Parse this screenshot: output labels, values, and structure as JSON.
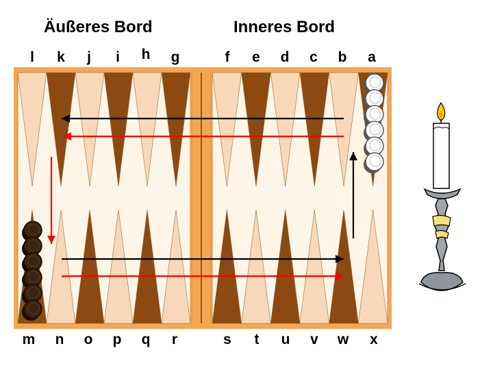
{
  "titles": {
    "outer": "Äußeres Bord",
    "inner": "Inneres Bord"
  },
  "top_labels": [
    "l",
    "k",
    "j",
    "i",
    "h",
    "g",
    "f",
    "e",
    "d",
    "c",
    "b",
    "a"
  ],
  "bottom_labels": [
    "m",
    "n",
    "o",
    "p",
    "q",
    "r",
    "s",
    "t",
    "u",
    "v",
    "w",
    "x"
  ],
  "colors": {
    "board_frame": "#f3a754",
    "board_field": "#fff5e6",
    "light_point": "#f8d8b8",
    "dark_point": "#8a4a12",
    "bar": "#f3a754",
    "white_checker": "#ffffff",
    "black_checker": "#3a2212",
    "arrow_black": "#000000",
    "arrow_red": "#ff0000"
  },
  "checkers": {
    "white_on_point": "a",
    "white_count": 6,
    "black_on_point": "m",
    "black_count": 6
  },
  "icons": {
    "candle": "candle-icon"
  }
}
